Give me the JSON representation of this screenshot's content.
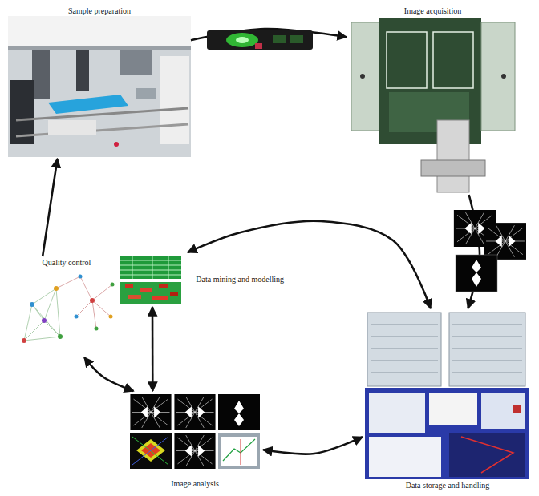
{
  "diagram": {
    "nodes": [
      {
        "text": [
          "Sample preparation"
        ]
      },
      {
        "text": [
          "Image acquisition"
        ]
      },
      {
        "text": [
          "Data storage and handling"
        ]
      },
      {
        "text": [
          "Image analysis"
        ]
      },
      {
        "text": [
          "Quality control"
        ]
      },
      {
        "text": [
          "Data mining and modelling"
        ]
      }
    ],
    "edges": [
      {
        "from": 0,
        "to": 1,
        "arrow": "to"
      },
      {
        "from": 1,
        "to": 2,
        "arrow": "to"
      },
      {
        "from": 2,
        "to": 3,
        "arrow": "both"
      },
      {
        "from": 3,
        "to": 4,
        "arrow": "both"
      },
      {
        "from": 3,
        "to": 5,
        "arrow": "both"
      },
      {
        "from": 4,
        "to": 0,
        "arrow": "to"
      },
      {
        "from": 5,
        "to": 2,
        "arrow": "both"
      }
    ]
  }
}
